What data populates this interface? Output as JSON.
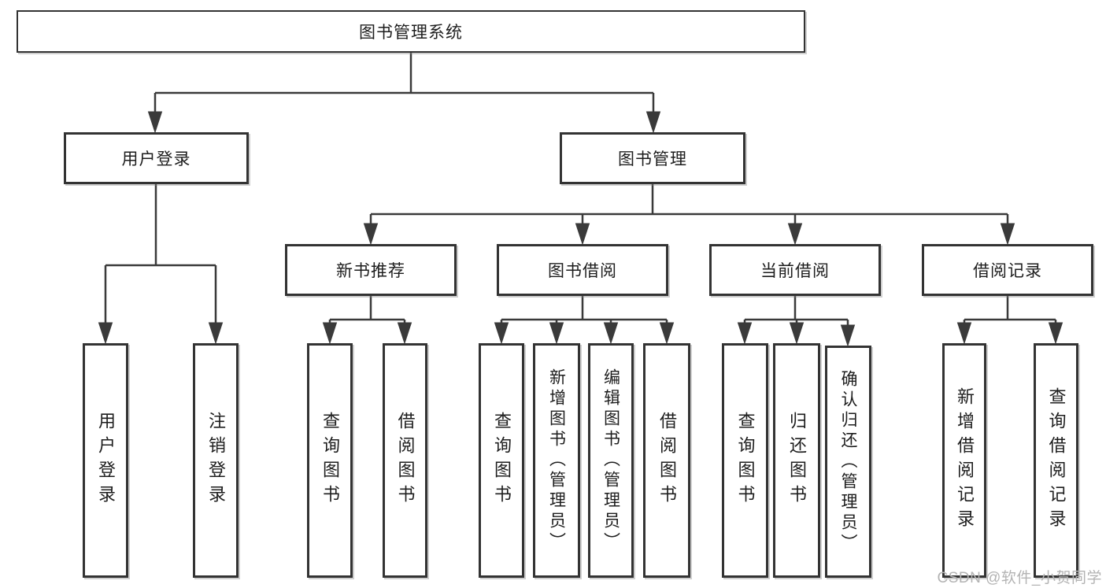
{
  "title": "图书管理系统",
  "watermark": "CSDN @软件_小贺同学",
  "colors": {
    "line": "#3a3a3a",
    "box_border": "#333333",
    "text": "#1d1d1d",
    "background": "#ffffff",
    "watermark": "#b3b3b3"
  },
  "tree": {
    "root": "图书管理系统",
    "level2": [
      "用户登录",
      "图书管理"
    ],
    "level3": [
      "新书推荐",
      "图书借阅",
      "当前借阅",
      "借阅记录"
    ],
    "leaves": {
      "user_login": [
        "用户登录",
        "注销登录"
      ],
      "new_book": [
        "查询图书",
        "借阅图书"
      ],
      "book_borrow": [
        "查询图书",
        "新增图书（管理员）",
        "编辑图书（管理员）",
        "借阅图书"
      ],
      "current_borrow": [
        "查询图书",
        "归还图书",
        "确认归还（管理员）"
      ],
      "borrow_record": [
        "新增借阅记录",
        "查询借阅记录"
      ]
    }
  }
}
